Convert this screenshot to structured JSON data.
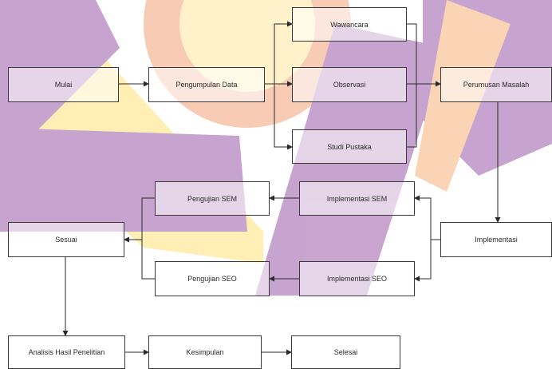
{
  "colors": {
    "watermark_purple": "#a66bb0",
    "watermark_yellow": "#ffe27a",
    "watermark_orange": "#f7b27a",
    "stroke": "#2a2a2a"
  },
  "nodes": {
    "mulai": "Mulai",
    "pengumpulan": "Pengumpulan Data",
    "wawancara": "Wawancara",
    "observasi": "Observasi",
    "studi": "Studi Pustaka",
    "perumusan": "Perumusan Masalah",
    "impl_sem": "Implementasi SEM",
    "uji_sem": "Pengujian SEM",
    "sesuai": "Sesuai",
    "implementasi": "Implementasi",
    "impl_seo": "Implementasi SEO",
    "uji_seo": "Pengujian SEO",
    "analisis": "Analisis Hasil Penelitian",
    "kesimpulan": "Kesimpulan",
    "selesai": "Selesai"
  }
}
